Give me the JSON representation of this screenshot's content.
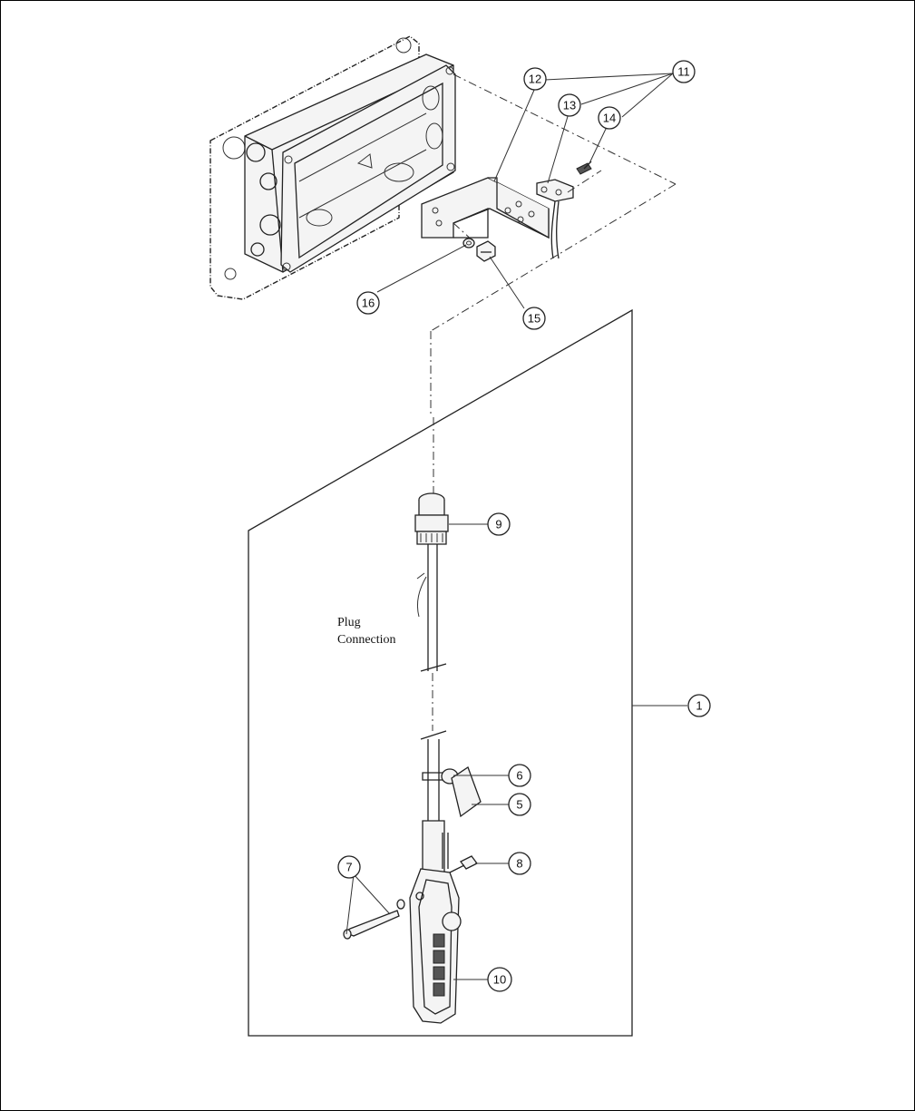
{
  "note": {
    "line1": "Plug",
    "line2": "Connection"
  },
  "callouts": {
    "c1": "1",
    "c5": "5",
    "c6": "6",
    "c7": "7",
    "c8": "8",
    "c9": "9",
    "c10": "10",
    "c11": "11",
    "c12": "12",
    "c13": "13",
    "c14": "14",
    "c15": "15",
    "c16": "16"
  }
}
